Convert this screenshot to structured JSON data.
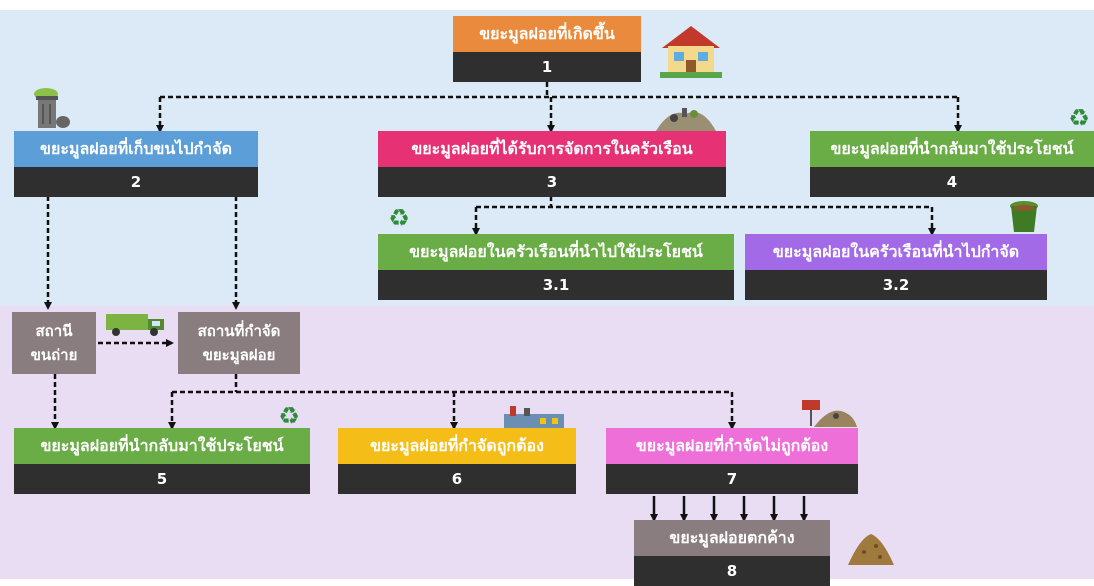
{
  "colors": {
    "orange": "#ea8a3c",
    "blue": "#5b9ed8",
    "pink": "#e63275",
    "green": "#6aac45",
    "purple": "#a26ae6",
    "yellow": "#f5bd18",
    "magenta": "#ef6fd8",
    "gray": "#8a7d80",
    "dark": "#2f2f2f"
  },
  "nodes": {
    "n1": {
      "label": "ขยะมูลฝอยที่เกิดขึ้น",
      "num": "1"
    },
    "n2": {
      "label": "ขยะมูลฝอยที่เก็บขนไปกำจัด",
      "num": "2"
    },
    "n3": {
      "label": "ขยะมูลฝอยที่ได้รับการจัดการในครัวเรือน",
      "num": "3"
    },
    "n4": {
      "label": "ขยะมูลฝอยที่นำกลับมาใช้ประโยชน์",
      "num": "4"
    },
    "n31": {
      "label": "ขยะมูลฝอยในครัวเรือนที่นำไปใช้ประโยชน์",
      "num": "3.1"
    },
    "n32": {
      "label": "ขยะมูลฝอยในครัวเรือนที่นำไปกำจัด",
      "num": "3.2"
    },
    "n5": {
      "label": "ขยะมูลฝอยที่นำกลับมาใช้ประโยชน์",
      "num": "5"
    },
    "n6": {
      "label": "ขยะมูลฝอยที่กำจัดถูกต้อง",
      "num": "6"
    },
    "n7": {
      "label": "ขยะมูลฝอยที่กำจัดไม่ถูกต้อง",
      "num": "7"
    },
    "n8": {
      "label": "ขยะมูลฝอยตกค้าง",
      "num": "8"
    }
  },
  "transfer_station": {
    "line1": "สถานี",
    "line2": "ขนถ่าย"
  },
  "disposal_site": {
    "line1": "สถานที่กำจัด",
    "line2": "ขยะมูลฝอย"
  },
  "icons": [
    "house-icon",
    "trash-bin-icon",
    "garbage-pile-icon",
    "recycle-icon",
    "compost-bin-icon",
    "garbage-truck-icon",
    "factory-icon",
    "dump-sign-icon",
    "residue-pile-icon"
  ]
}
